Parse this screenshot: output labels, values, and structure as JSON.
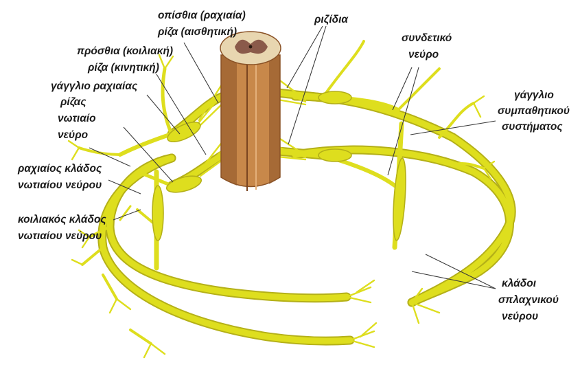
{
  "diagram": {
    "labels": {
      "posterior_root": [
        "οπίσθια (ραχιαία)",
        "ρίζα (αισθητική)"
      ],
      "anterior_root": [
        "πρόσθια (κοιλιακή)",
        "ρίζα (κινητική)"
      ],
      "dorsal_root_ganglion": [
        "γάγγλιο ραχιαίας",
        "ρίζας"
      ],
      "spinal_nerve": [
        "νωτιαίο",
        "νεύρο"
      ],
      "dorsal_ramus": [
        "ραχιαίος κλάδος",
        "νωτιαίου νεύρου"
      ],
      "ventral_ramus": [
        "κοιλιακός κλάδος",
        "νωτιαίου νεύρου"
      ],
      "rootlets": [
        "ριζίδια"
      ],
      "connective_nerve": [
        "συνδετικό",
        "νεύρο"
      ],
      "sympathetic_ganglion": [
        "γάγγλιο",
        "συμπαθητικού",
        "συστήματος"
      ],
      "splanchnic_branches": [
        "κλάδοι",
        "σπλαχνικού",
        "νεύρου"
      ]
    },
    "colors": {
      "nerve": "#dede1e",
      "nerve_outline": "#b4b018",
      "cord": "#c8884a",
      "cord_shadow": "#8a5226",
      "grey_matter": "#8a5a4a"
    }
  }
}
